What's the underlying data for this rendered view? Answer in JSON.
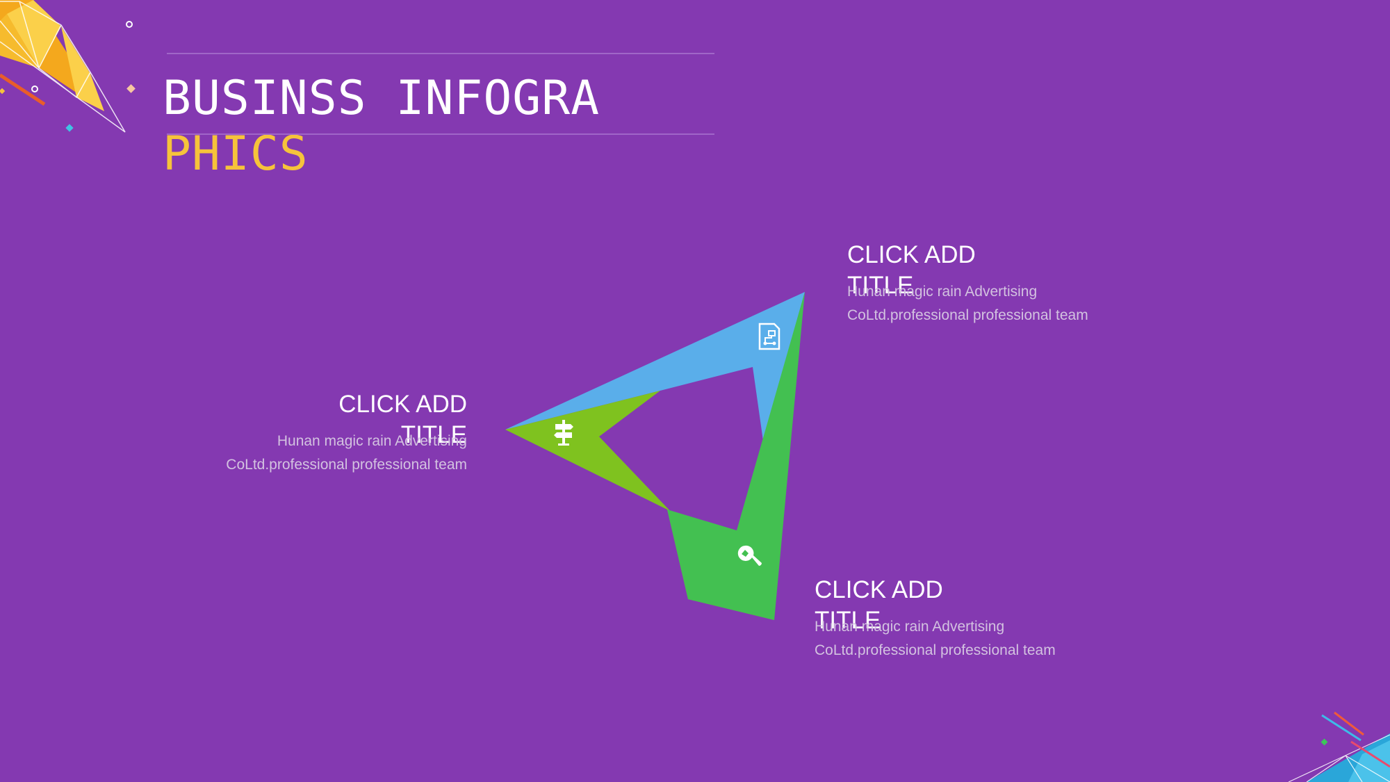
{
  "slide": {
    "title_line1": "BUSINSS INFOGRA",
    "title_line2": "PHICS",
    "colors": {
      "background": "#8439b1",
      "title_primary": "#ffffff",
      "title_accent": "#f6c33b",
      "segment_blue": "#5aaeea",
      "segment_yellowgreen": "#7fc21f",
      "segment_green": "#43c051",
      "description": "#d3c2e0"
    }
  },
  "items": [
    {
      "title": "CLICK ADD TITLE",
      "description": "Hunan magic rain Advertising CoLtd.professional professional team",
      "icon": "document-icon"
    },
    {
      "title": "CLICK ADD TITLE",
      "description": "Hunan magic rain Advertising CoLtd.professional professional team",
      "icon": "signpost-icon"
    },
    {
      "title": "CLICK ADD TITLE",
      "description": "Hunan magic rain Advertising CoLtd.professional professional team",
      "icon": "wrench-icon"
    }
  ]
}
